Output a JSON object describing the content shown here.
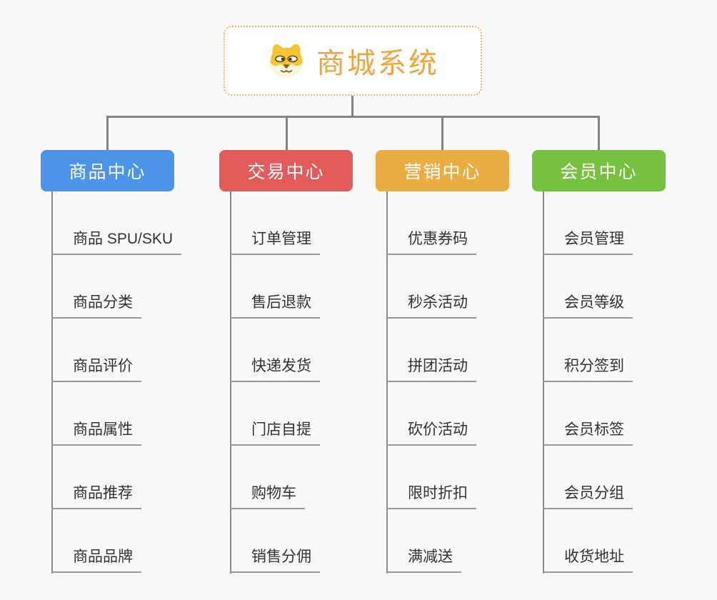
{
  "root": {
    "title": "商城系统",
    "icon": "dog-face-icon"
  },
  "branches": [
    {
      "label": "商品中心",
      "color": "#4B94E9",
      "items": [
        "商品 SPU/SKU",
        "商品分类",
        "商品评价",
        "商品属性",
        "商品推荐",
        "商品品牌"
      ]
    },
    {
      "label": "交易中心",
      "color": "#E45B5B",
      "items": [
        "订单管理",
        "售后退款",
        "快递发货",
        "门店自提",
        "购物车",
        "销售分佣"
      ]
    },
    {
      "label": "营销中心",
      "color": "#EBAD41",
      "items": [
        "优惠券码",
        "秒杀活动",
        "拼团活动",
        "砍价活动",
        "限时折扣",
        "满减送"
      ]
    },
    {
      "label": "会员中心",
      "color": "#76C13F",
      "items": [
        "会员管理",
        "会员等级",
        "积分签到",
        "会员标签",
        "会员分组",
        "收货地址"
      ]
    }
  ],
  "colors": {
    "background": "#F8F8F8",
    "connector": "#848484",
    "root_border": "#F0B35C",
    "root_text": "#EFA53F",
    "leaf_text": "#333333",
    "leaf_underline": "#989898"
  }
}
